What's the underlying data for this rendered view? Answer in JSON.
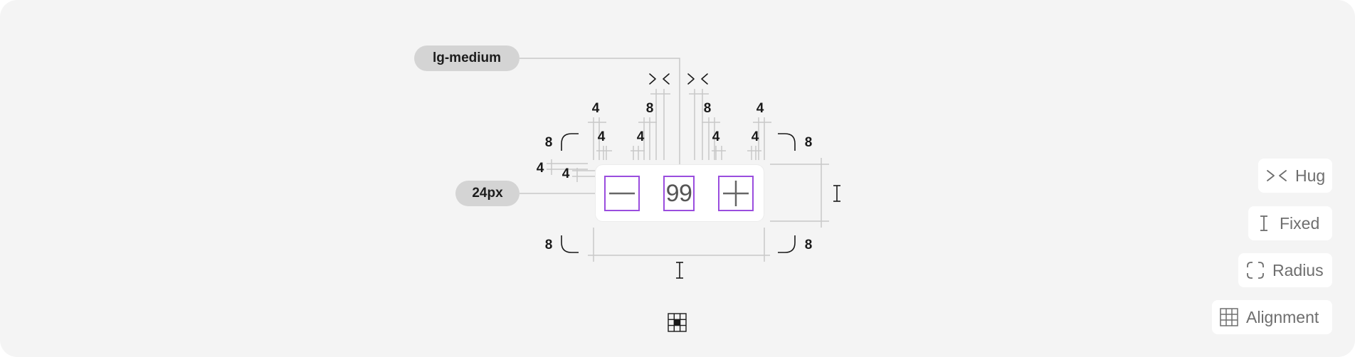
{
  "annotations": {
    "text_style": "lg-medium",
    "icon_size": "24px"
  },
  "stepper": {
    "value": "99",
    "decrement_icon": "minus-icon",
    "increment_icon": "plus-icon"
  },
  "spacing": {
    "top_outer_left": "4",
    "top_outer_left_inner": "4",
    "top_gap_left": "8",
    "top_gap_left_inner": "4",
    "top_gap_right": "8",
    "top_gap_right_inner": "4",
    "top_outer_right": "4",
    "top_outer_right_inner": "4",
    "left_outer": "4",
    "left_inner": "4"
  },
  "radius": {
    "top_left": "8",
    "top_right": "8",
    "bottom_left": "8",
    "bottom_right": "8"
  },
  "legend": [
    {
      "icon": "hug-icon",
      "label": "Hug"
    },
    {
      "icon": "fixed-icon",
      "label": "Fixed"
    },
    {
      "icon": "radius-icon",
      "label": "Radius"
    },
    {
      "icon": "alignment-icon",
      "label": "Alignment"
    }
  ],
  "colors": {
    "background": "#f4f4f4",
    "pill": "#d4d4d4",
    "outline": "#9a4dde",
    "guide": "#c8c8c8"
  }
}
